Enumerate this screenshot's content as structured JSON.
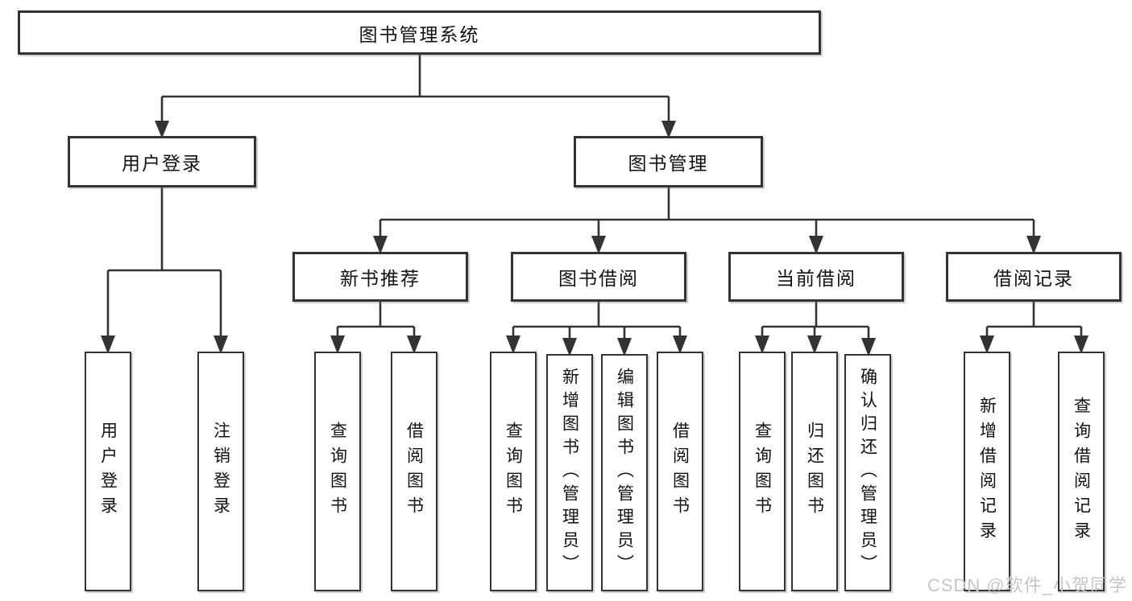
{
  "title": "图书管理系统",
  "branches": [
    {
      "label": "用户登录",
      "children": [
        {
          "label": "用户登录"
        },
        {
          "label": "注销登录"
        }
      ]
    },
    {
      "label": "图书管理",
      "children": [
        {
          "label": "新书推荐",
          "children": [
            {
              "label": "查询图书"
            },
            {
              "label": "借阅图书"
            }
          ]
        },
        {
          "label": "图书借阅",
          "children": [
            {
              "label": "查询图书"
            },
            {
              "label": "新增图书（管理员）"
            },
            {
              "label": "编辑图书（管理员）"
            },
            {
              "label": "借阅图书"
            }
          ]
        },
        {
          "label": "当前借阅",
          "children": [
            {
              "label": "查询图书"
            },
            {
              "label": "归还图书"
            },
            {
              "label": "确认归还（管理员）"
            }
          ]
        },
        {
          "label": "借阅记录",
          "children": [
            {
              "label": "新增借阅记录"
            },
            {
              "label": "查询借阅记录"
            }
          ]
        }
      ]
    }
  ],
  "watermark": "CSDN @软件_小贺同学",
  "colors": {
    "line": "#333333",
    "text": "#111111",
    "box_background": "#ffffff",
    "watermark": "#c6c6c6",
    "page_background": "#ffffff"
  }
}
